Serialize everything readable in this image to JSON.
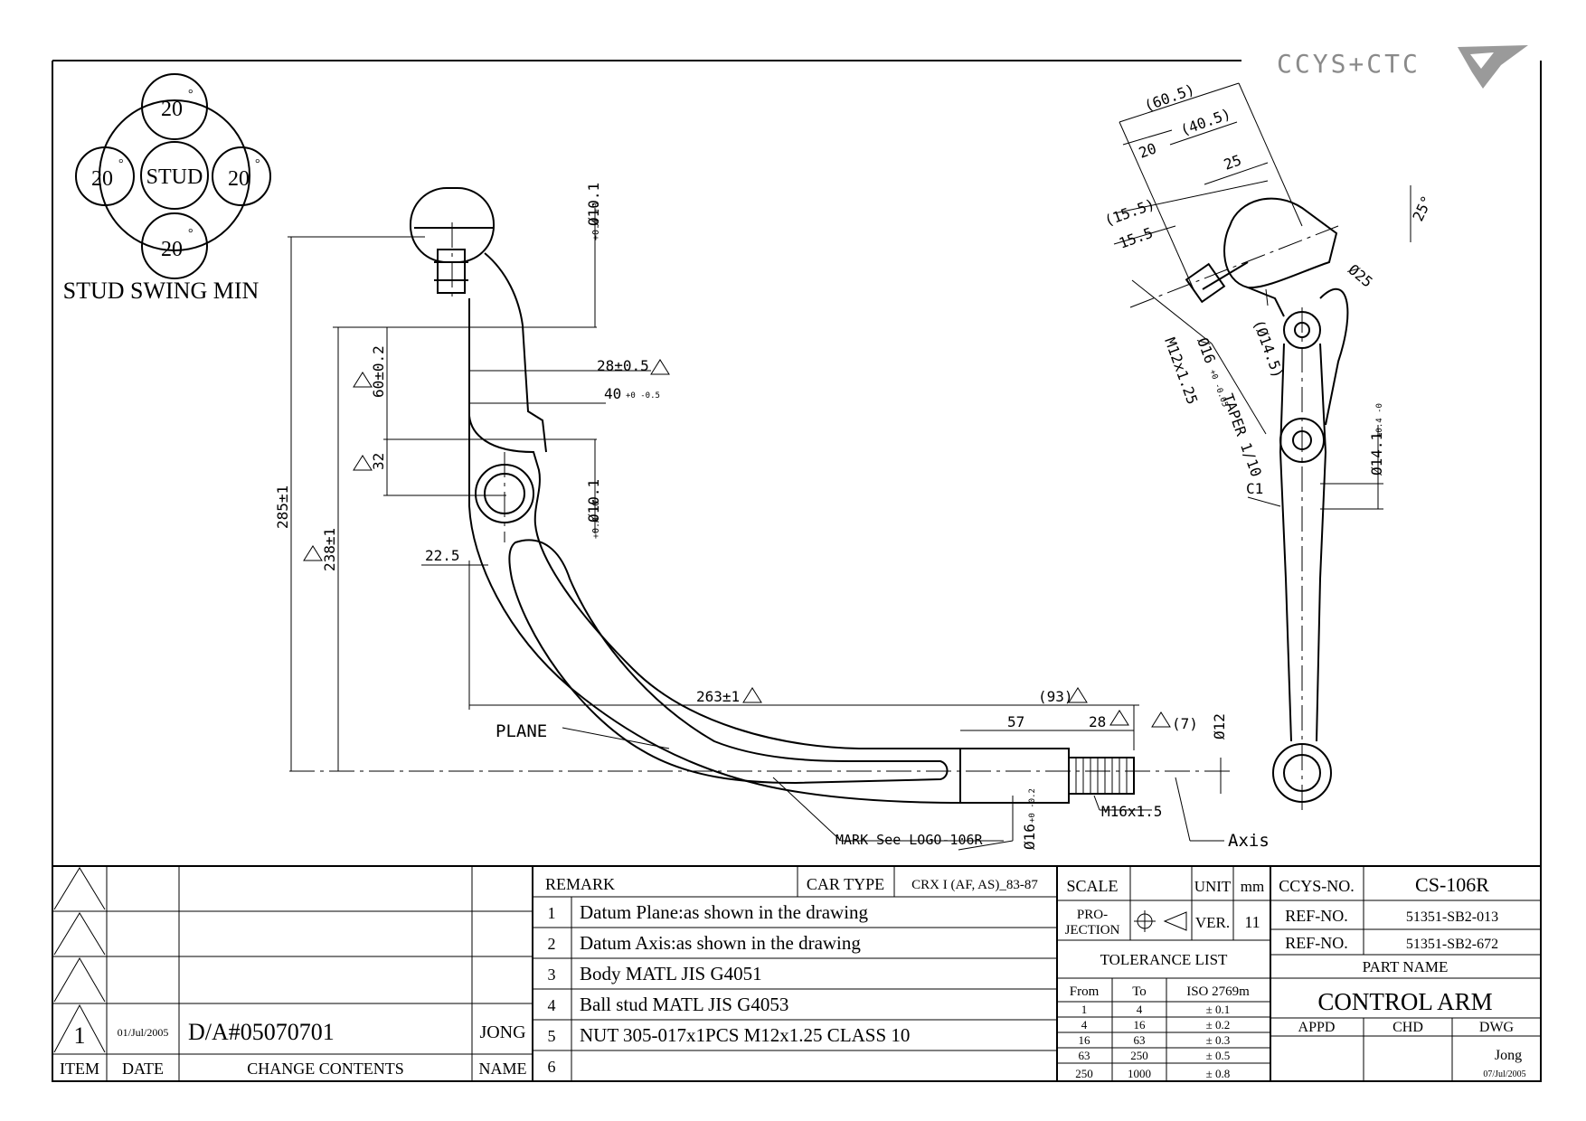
{
  "brand": {
    "logo_text": "CCYS+CTC"
  },
  "stud_swing": {
    "center_label": "STUD",
    "angle_top": "20",
    "angle_left": "20",
    "angle_right": "20",
    "angle_bottom": "20",
    "degree_mark": "°",
    "caption": "STUD SWING MIN"
  },
  "front_view": {
    "dims": {
      "stud_dia": "Ø10.1",
      "stud_dia_tol": "+0.4 -0",
      "width_28": "28±0.5",
      "width_40": "40",
      "width_40_tol": "+0 -0.5",
      "height_60": "60±0.2",
      "height_32": "32",
      "bush_dia": "Ø10.1",
      "bush_dia_tol": "+0.4 -0",
      "offset_22": "22.5",
      "height_285": "285±1",
      "height_238": "238±1",
      "length_263": "263±1",
      "length_93": "(93)",
      "length_57": "57",
      "length_28": "28",
      "length_7": "(7)",
      "shaft_dia_12": "Ø12",
      "thread": "M16x1.5",
      "shaft_dia_16": "Ø16",
      "shaft_dia_16_tol": "+0 -0.2"
    },
    "labels": {
      "plane": "PLANE",
      "mark": "MARK See LOGO-106R",
      "axis": "Axis"
    }
  },
  "side_view": {
    "dims": {
      "d_60": "(60.5)",
      "d_40": "(40.5)",
      "d_20": "20",
      "d_25": "25",
      "d_15a": "(15.5)",
      "d_15b": "15.5",
      "angle": "25°",
      "dia_25": "Ø25",
      "thread": "M12x1.25",
      "taper_dia": "Ø16",
      "taper_tol": "+0 -0.05",
      "taper": "TAPER 1/10",
      "dia_14_5": "(Ø14.5)",
      "dia_14_1": "Ø14.1",
      "dia_14_1_tol": "+0.4 -0",
      "chamfer": "C1"
    }
  },
  "revision_block": {
    "rows": [
      {
        "item": "",
        "date": "",
        "change": "",
        "name": ""
      },
      {
        "item": "",
        "date": "",
        "change": "",
        "name": ""
      },
      {
        "item": "",
        "date": "",
        "change": "",
        "name": ""
      },
      {
        "item": "1",
        "date": "01/Jul/2005",
        "change": "D/A#05070701",
        "name": "JONG"
      }
    ],
    "headers": {
      "item": "ITEM",
      "date": "DATE",
      "change": "CHANGE CONTENTS",
      "name": "NAME"
    }
  },
  "remarks": {
    "title": "REMARK",
    "car_type_label": "CAR TYPE",
    "car_type_value": "CRX I (AF, AS)_83-87",
    "items": [
      {
        "no": "1",
        "text": "Datum Plane:as shown in the drawing"
      },
      {
        "no": "2",
        "text": "Datum Axis:as shown in the drawing"
      },
      {
        "no": "3",
        "text": "Body MATL JIS G4051"
      },
      {
        "no": "4",
        "text": "Ball stud MATL JIS G4053"
      },
      {
        "no": "5",
        "text": "NUT 305-017x1PCS M12x1.25 CLASS 10"
      },
      {
        "no": "6",
        "text": ""
      }
    ]
  },
  "scale_block": {
    "scale_label": "SCALE",
    "scale_value": "",
    "unit_label": "UNIT",
    "unit_value": "mm",
    "projection_label_1": "PRO-",
    "projection_label_2": "JECTION",
    "ver_label": "VER.",
    "ver_value": "11",
    "tolerance_title": "TOLERANCE LIST",
    "tol_headers": {
      "from": "From",
      "to": "To",
      "iso": "ISO 2769m"
    },
    "tolerances": [
      {
        "from": "1",
        "to": "4",
        "tol": "± 0.1"
      },
      {
        "from": "4",
        "to": "16",
        "tol": "± 0.2"
      },
      {
        "from": "16",
        "to": "63",
        "tol": "± 0.3"
      },
      {
        "from": "63",
        "to": "250",
        "tol": "± 0.5"
      },
      {
        "from": "250",
        "to": "1000",
        "tol": "± 0.8"
      }
    ]
  },
  "title_block": {
    "ccys_label": "CCYS-NO.",
    "ccys_value": "CS-106R",
    "ref1_label": "REF-NO.",
    "ref1_value": "51351-SB2-013",
    "ref2_label": "REF-NO.",
    "ref2_value": "51351-SB2-672",
    "part_name_label": "PART NAME",
    "part_name": "CONTROL ARM",
    "appd": "APPD",
    "chd": "CHD",
    "dwg": "DWG",
    "dwg_name": "Jong",
    "dwg_date": "07/Jul/2005"
  }
}
